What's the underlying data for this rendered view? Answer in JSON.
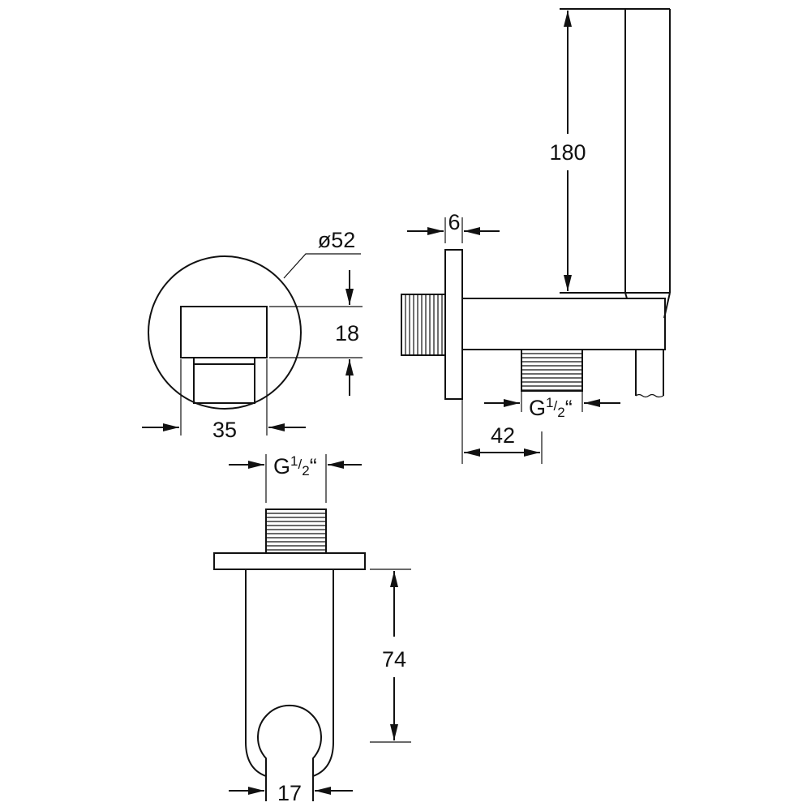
{
  "drawing": {
    "dimensions": {
      "hose_holder_height": "180",
      "flange_thickness": "6",
      "outlet_offset": "42",
      "outlet_thread_side": {
        "main": "G",
        "sup": "1",
        "slash": "/",
        "sub": "2",
        "quote": "“"
      },
      "outlet_thread_bottom": {
        "main": "G",
        "sup": "1",
        "slash": "/",
        "sub": "2",
        "quote": "“"
      },
      "flange_diameter": "ø52",
      "body_height": "18",
      "body_width": "35",
      "projection_length": "74",
      "slot_width": "17"
    },
    "color": "#111111"
  }
}
